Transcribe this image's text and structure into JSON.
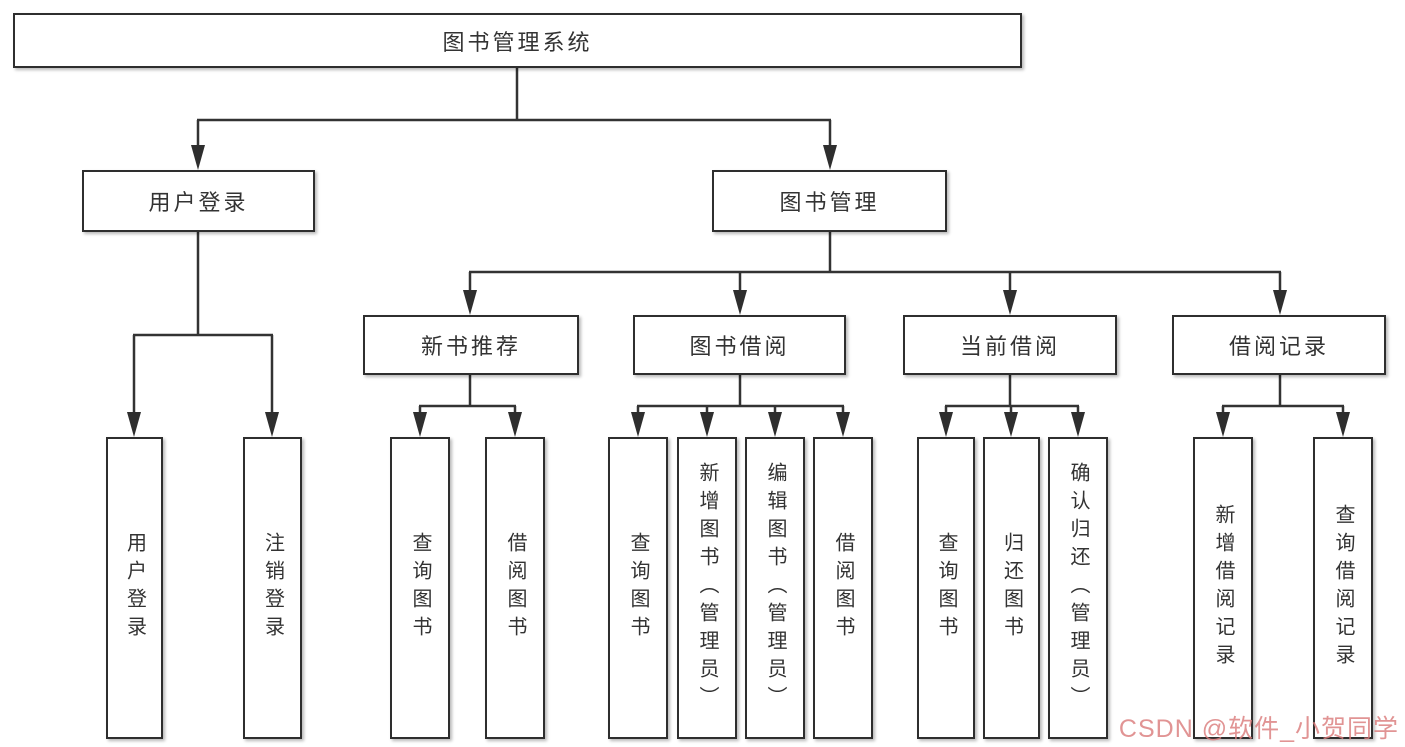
{
  "diagram_title": "图书管理系统",
  "tree": {
    "root": {
      "label": "图书管理系统"
    },
    "branches": [
      {
        "label": "用户登录",
        "leaves": [
          "用户登录",
          "注销登录"
        ]
      },
      {
        "label": "图书管理",
        "groups": [
          {
            "label": "新书推荐",
            "leaves": [
              "查询图书",
              "借阅图书"
            ]
          },
          {
            "label": "图书借阅",
            "leaves": [
              "查询图书",
              "新增图书（管理员）",
              "编辑图书（管理员）",
              "借阅图书"
            ]
          },
          {
            "label": "当前借阅",
            "leaves": [
              "查询图书",
              "归还图书",
              "确认归还（管理员）"
            ]
          },
          {
            "label": "借阅记录",
            "leaves": [
              "新增借阅记录",
              "查询借阅记录"
            ]
          }
        ]
      }
    ]
  },
  "watermark": {
    "text": "CSDN @软件_小贺同学",
    "color": "#db7d7d"
  },
  "colors": {
    "background": "#ffffff",
    "border": "#2e2e2e",
    "line": "#333333",
    "text": "#333333"
  }
}
